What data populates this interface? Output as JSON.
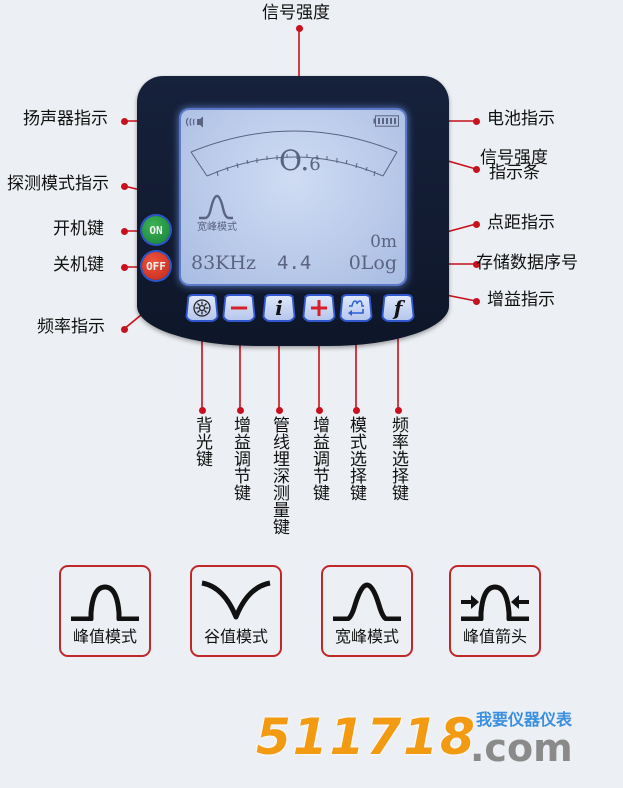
{
  "colors": {
    "background": "#eceff3",
    "callout_line": "#c8101e",
    "device_body": "#121b33",
    "lcd_backlight": "#c3d2ef",
    "lcd_text": "#5a6380",
    "logo_orange": "#f29a12",
    "logo_gray": "#8a8a8a",
    "logo_blue": "#3a8fe0",
    "mode_card_border": "#c0282a"
  },
  "top_label": "信号强度",
  "left_labels": {
    "speaker": "扬声器指示",
    "detect_mode": "探测模式指示",
    "power_on": "开机键",
    "power_off": "关机键",
    "frequency": "频率指示"
  },
  "right_labels": {
    "battery": "电池指示",
    "signal_bar_line1": "信号强度",
    "signal_bar_line2": "指示条",
    "point_distance": "点距指示",
    "storage_index": "存储数据序号",
    "gain": "增益指示"
  },
  "lcd": {
    "signal_value_main": "O.",
    "signal_value_decimal": "6",
    "mode_text": "宽峰模式",
    "distance": "0m",
    "frequency": "83KHz",
    "gain": "4.4",
    "log": "0Log",
    "icons": [
      "speaker-icon",
      "battery-icon",
      "wide-peak-mode-icon"
    ]
  },
  "side_buttons": {
    "on": "ON",
    "off": "OFF"
  },
  "keys": [
    {
      "icon": "backlight-icon",
      "glyph": "☼",
      "label": "背光键"
    },
    {
      "icon": "minus-icon",
      "glyph": "−",
      "label": "增益调节键"
    },
    {
      "icon": "info-icon",
      "glyph": "i",
      "label": "管线埋深测量键"
    },
    {
      "icon": "plus-icon",
      "glyph": "+",
      "label": "增益调节键"
    },
    {
      "icon": "mode-select-icon",
      "glyph": "⏎",
      "label": "模式选择键"
    },
    {
      "icon": "frequency-icon",
      "glyph": "f",
      "label": "频率选择键"
    }
  ],
  "modes": [
    {
      "icon": "peak-mode-icon",
      "label": "峰值模式"
    },
    {
      "icon": "valley-mode-icon",
      "label": "谷值模式"
    },
    {
      "icon": "wide-peak-mode-icon",
      "label": "宽峰模式"
    },
    {
      "icon": "peak-arrow-mode-icon",
      "label": "峰值箭头"
    }
  ],
  "watermark": {
    "number": "511718",
    "domain": ".com",
    "chinese": "我要仪器仪表"
  }
}
